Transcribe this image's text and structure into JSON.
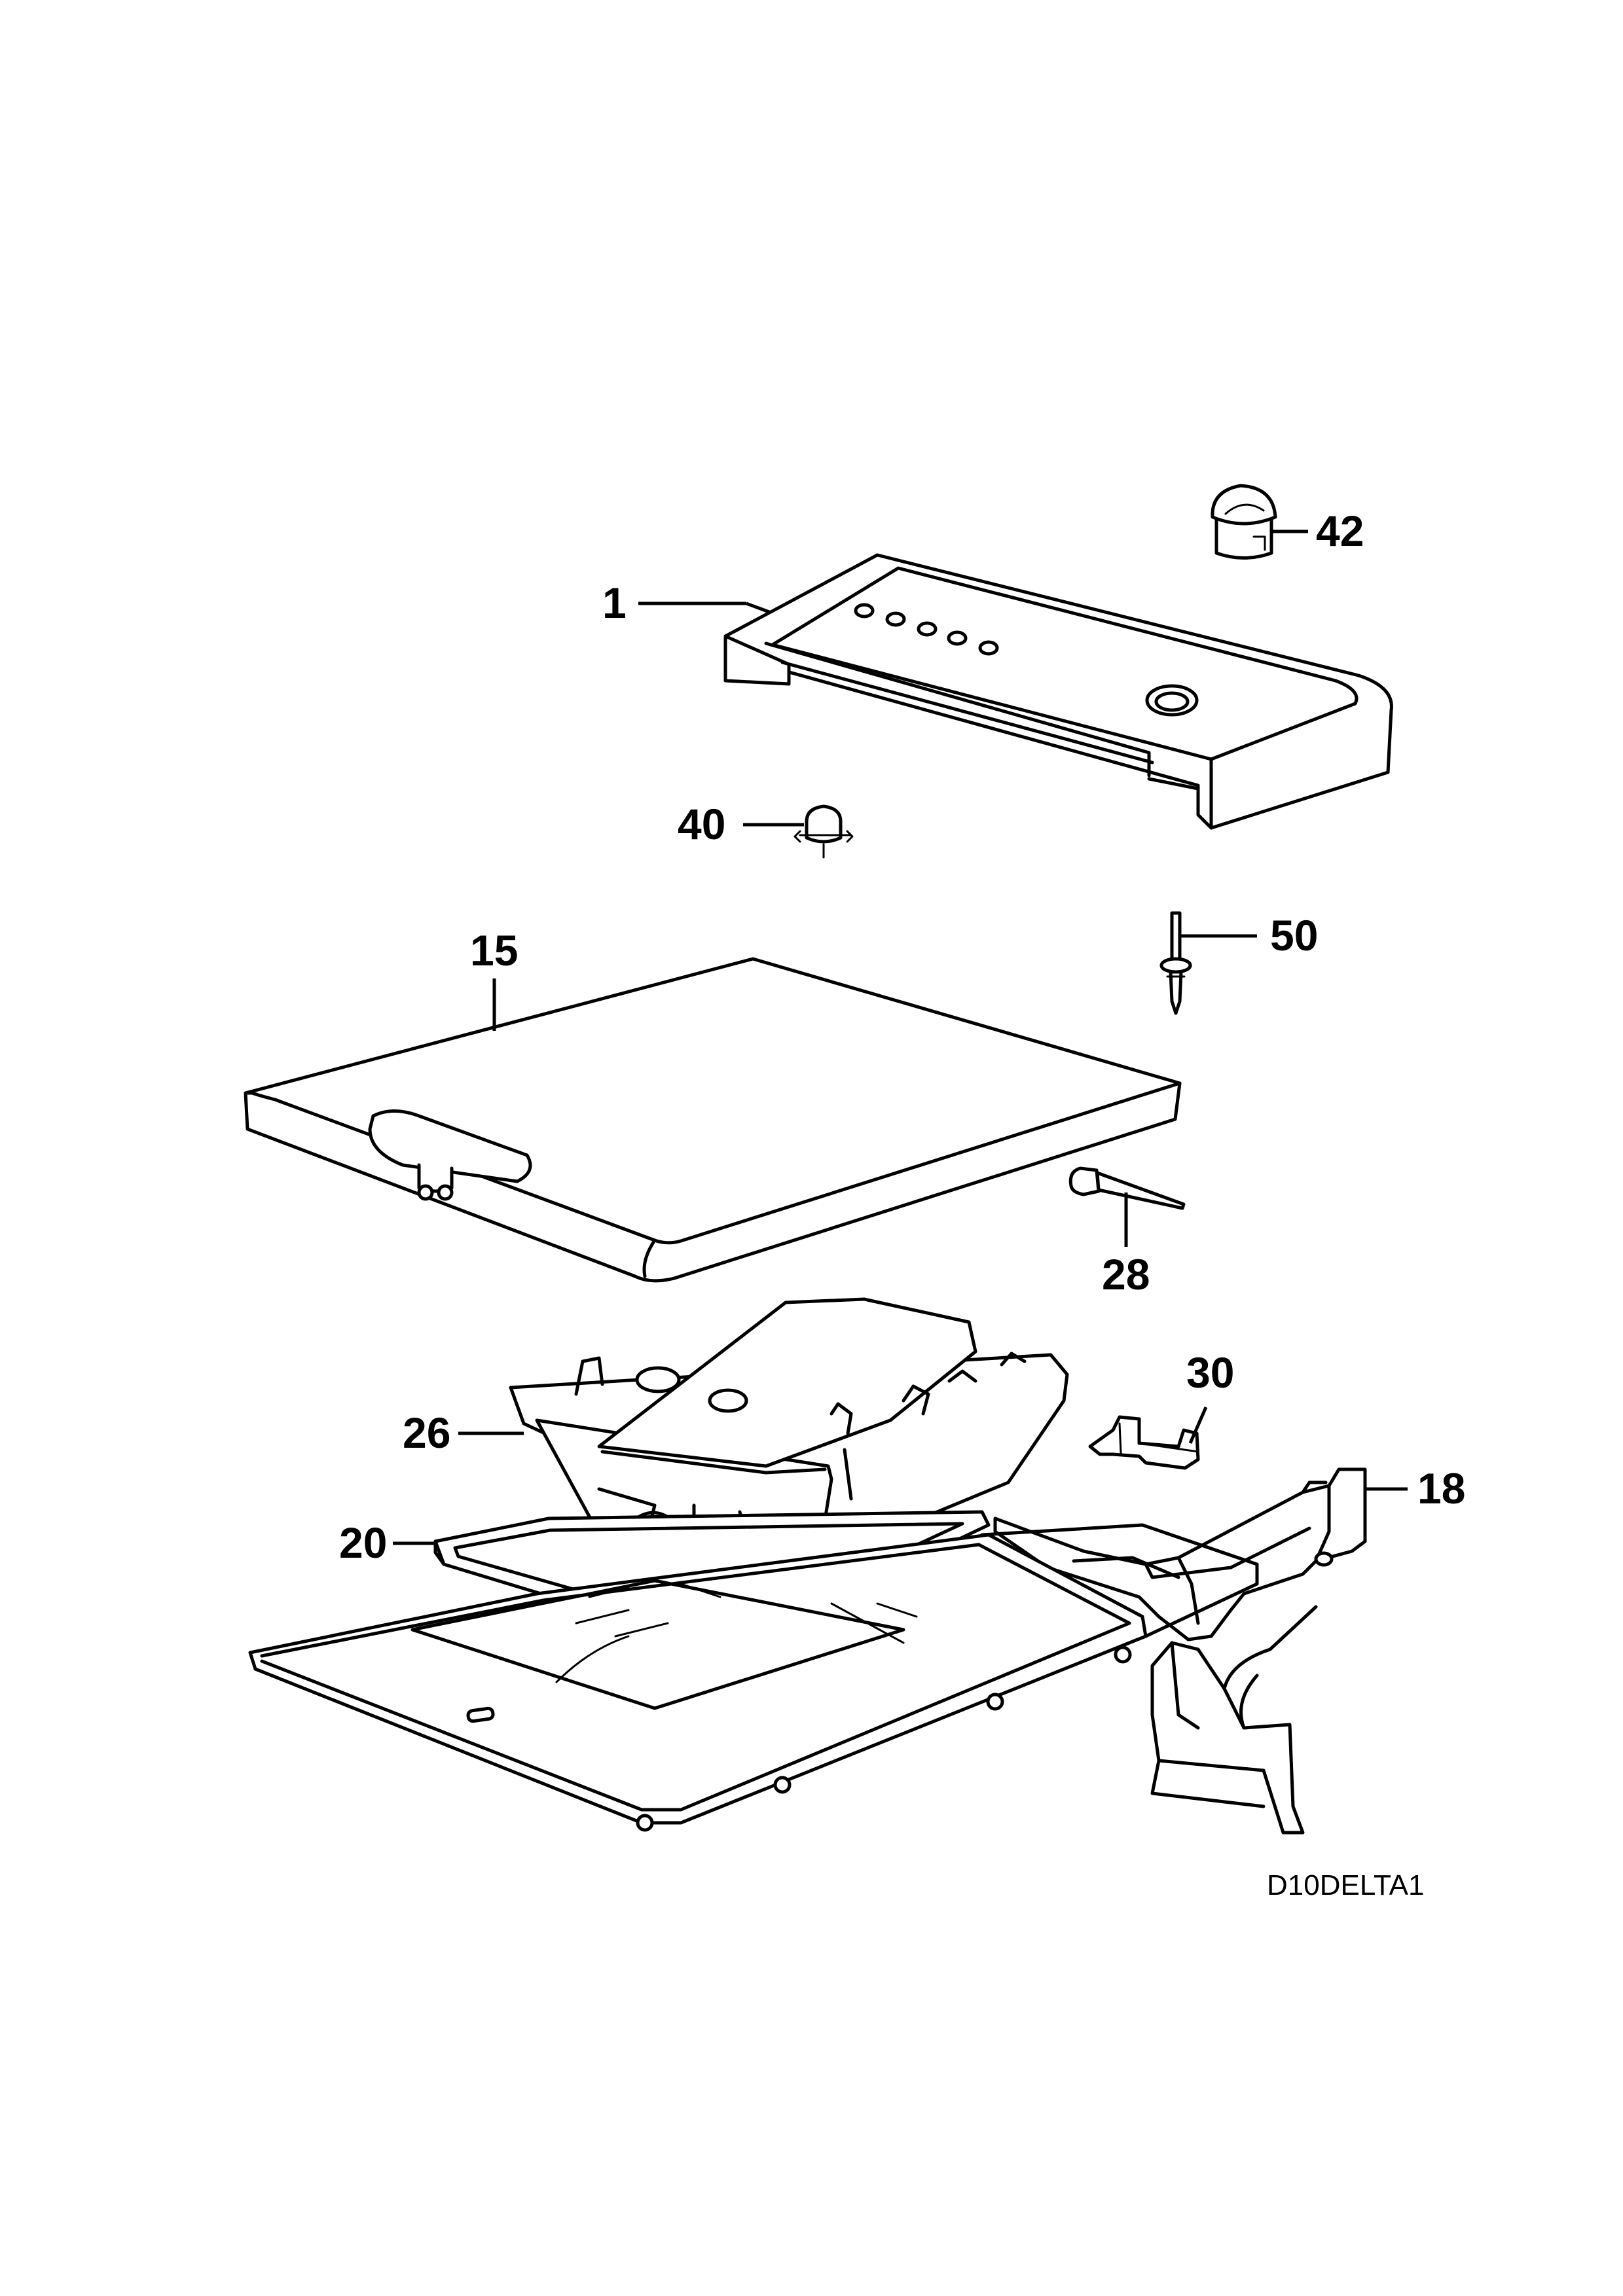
{
  "callouts": {
    "p1": "1",
    "p15": "15",
    "p18": "18",
    "p20": "20",
    "p26": "26",
    "p28": "28",
    "p30": "30",
    "p40": "40",
    "p42": "42",
    "p50": "50"
  },
  "drawing_code": "D10DELTA1",
  "line_color": "#000000",
  "background_color": "#ffffff"
}
